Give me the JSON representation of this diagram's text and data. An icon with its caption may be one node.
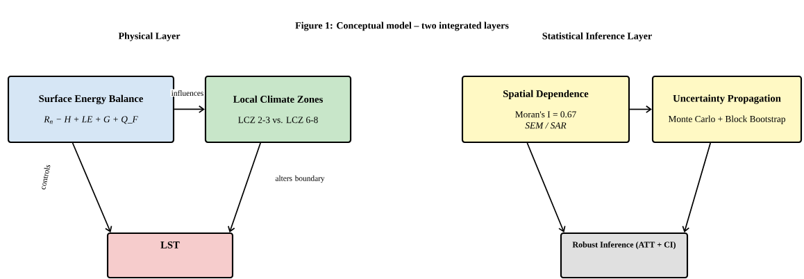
{
  "diagram": {
    "title": "Figure 1: Conceptual model – two integrated layers",
    "nodes": [
      {
        "text": [
          "Surface Energy Balance",
          "R$_{n}$ − H + LE + G + Q_F"
        ]
      },
      {
        "text": [
          "Local Climate Zones",
          "LCZ 2-3 vs. LCZ 6-8"
        ]
      },
      {
        "text": [
          "LST"
        ]
      },
      {
        "text": [
          "Spatial Dependence",
          "Moran's I = 0.67",
          "SEM / SAR"
        ]
      },
      {
        "text": [
          "Uncertainty Propagation",
          "Monte Carlo + Block Bootstrap"
        ]
      },
      {
        "text": [
          "Robust Inference (ATT + CI)"
        ]
      }
    ],
    "edges": [
      {
        "from": 0,
        "to": 1,
        "arrow": "to",
        "label": "influences"
      },
      {
        "from": 0,
        "to": 2,
        "arrow": "to",
        "label": "controls"
      },
      {
        "from": 1,
        "to": 2,
        "arrow": "to",
        "label": "alters boundary"
      },
      {
        "from": 3,
        "to": 4,
        "arrow": "to"
      },
      {
        "from": 3,
        "to": 5,
        "arrow": "to"
      },
      {
        "from": 4,
        "to": 5,
        "arrow": "to"
      }
    ],
    "labels": [
      "Physical Layer",
      "Statistical Inference Layer"
    ]
  }
}
